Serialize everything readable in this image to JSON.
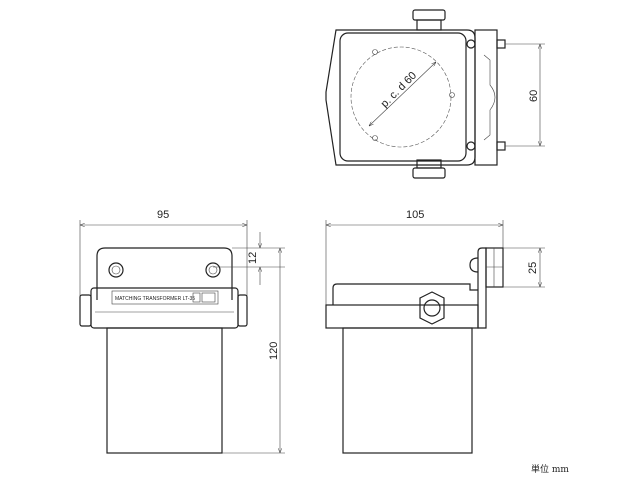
{
  "title": "Matching transformer LT-35 dimensional drawing",
  "product_label": "MATCHING TRANSFORMER LT-35",
  "dimensions": {
    "pcd": "p. c. d 60",
    "top_mount_spacing": "60",
    "front_width": "95",
    "front_height": "120",
    "front_screw_offset": "12",
    "side_width": "105",
    "side_bracket_height": "25"
  },
  "unit_label": "単位 mm"
}
